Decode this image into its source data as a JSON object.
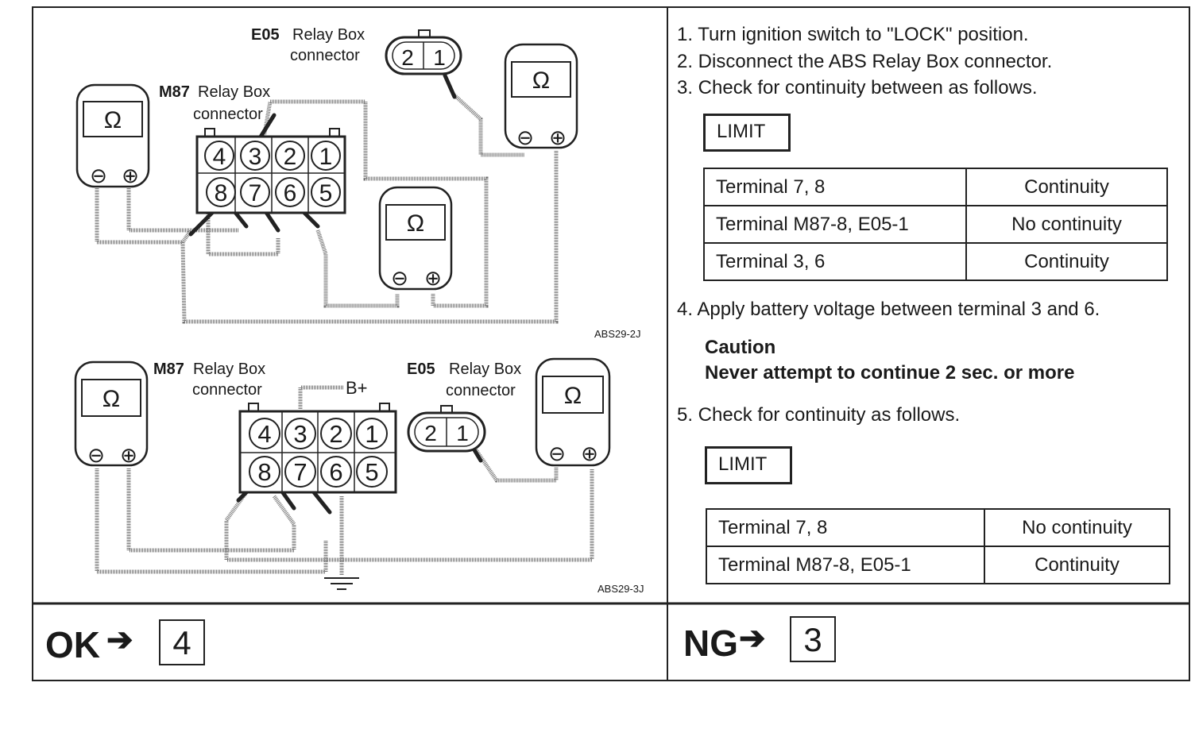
{
  "steps": [
    "1. Turn ignition switch to \"LOCK\" position.",
    "2. Disconnect the ABS Relay Box connector.",
    "3. Check for continuity between as follows.",
    "4. Apply battery voltage between terminal 3 and 6.",
    "5. Check for continuity as follows."
  ],
  "limit_label": "LIMIT",
  "table1": [
    {
      "terminal": "Terminal 7, 8",
      "result": "Continuity"
    },
    {
      "terminal": "Terminal M87-8, E05-1",
      "result": "No continuity"
    },
    {
      "terminal": "Terminal 3, 6",
      "result": "Continuity"
    }
  ],
  "caution": {
    "title": "Caution",
    "text": "Never attempt to continue 2 sec. or more"
  },
  "table2": [
    {
      "terminal": "Terminal 7, 8",
      "result": "No continuity"
    },
    {
      "terminal": "Terminal M87-8, E05-1",
      "result": "Continuity"
    }
  ],
  "diagram_top": {
    "e05_code": "E05",
    "e05_text": "Relay Box",
    "e05_text2": "connector",
    "m87_code": "M87",
    "m87_text": "Relay Box",
    "m87_text2": "connector",
    "caption": "ABS29-2J"
  },
  "diagram_bottom": {
    "m87_code": "M87",
    "m87_text": "Relay Box",
    "m87_text2": "connector",
    "e05_code": "E05",
    "e05_text": "Relay Box",
    "e05_text2": "connector",
    "bplus": "B+",
    "caption": "ABS29-3J"
  },
  "meter": {
    "symbol": "Ω",
    "minus": "⊖",
    "plus": "⊕"
  },
  "pins_top_row": [
    "4",
    "3",
    "2",
    "1"
  ],
  "pins_bottom_row": [
    "8",
    "7",
    "6",
    "5"
  ],
  "e05_pins": [
    "2",
    "1"
  ],
  "ok": {
    "label": "OK",
    "arrow": "➔",
    "target": "4"
  },
  "ng": {
    "label": "NG",
    "arrow": "➔",
    "target": "3"
  }
}
